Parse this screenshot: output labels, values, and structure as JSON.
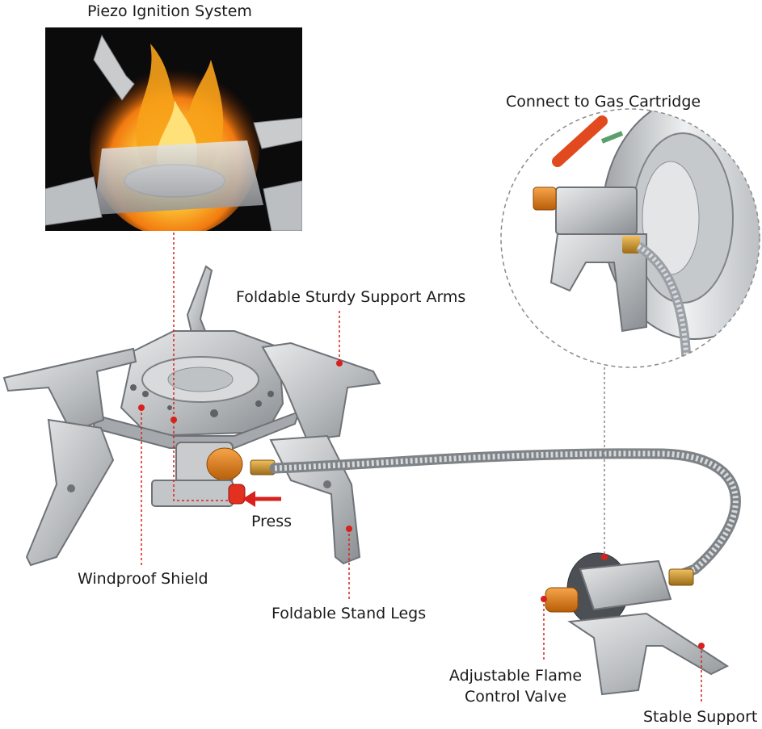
{
  "labels": {
    "piezo": "Piezo Ignition System",
    "connect": "Connect to Gas Cartridge",
    "support_arms": "Foldable Sturdy Support Arms",
    "press": "Press",
    "windproof": "Windproof Shield",
    "stand_legs": "Foldable Stand Legs",
    "valve_line1": "Adjustable Flame",
    "valve_line2": "Control Valve",
    "stable": "Stable Support"
  },
  "colors": {
    "accent_red": "#d9201c",
    "steel": "#b9bcbf",
    "steel_dark": "#7d8186",
    "brass": "#c8902a",
    "orange_knob": "#e07a16",
    "flame": "#f39a12"
  }
}
